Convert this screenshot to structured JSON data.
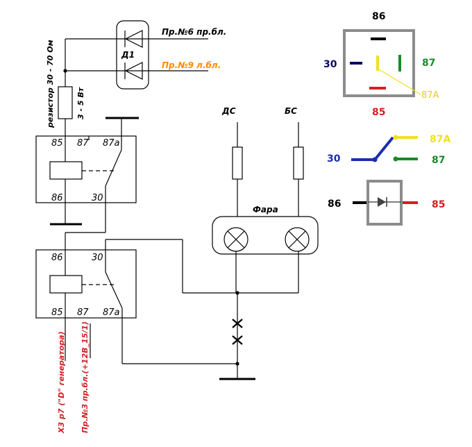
{
  "colors": {
    "orange": "#ff8a00",
    "red": "#d42020",
    "blue": "#1a2db0",
    "green": "#1a8a2a",
    "yellow": "#f0e020",
    "grey": "#8c8c8c",
    "navy": "#0a0a60"
  },
  "schematic": {
    "diode_label": "Д1",
    "wire_top": "Пр.№6 пр.бл.",
    "wire_orange": "Пр.№9 л.бл.",
    "resistor_label": "резистор 30 - 70 Ом",
    "resistor_power": "3 - 5 Вт",
    "relay1_pins": {
      "p85": "85",
      "p87": "87",
      "p87a": "87а",
      "p86": "86",
      "p30": "30"
    },
    "relay2_pins": {
      "p86": "86",
      "p30": "30",
      "p85": "85",
      "p87": "87",
      "p87a": "87а"
    },
    "fuse_left_label": "ДС",
    "fuse_right_label": "БС",
    "headlight_label": "Фара",
    "bottom_left_label": "Х3 р7 (\"D\" генератора)",
    "bottom_right_label": "Пр.№3 пр.бл.(+12В_15/1)"
  },
  "pinout_top": {
    "p86": "86",
    "p30": "30",
    "p87": "87",
    "p87a": "87А",
    "p85": "85"
  },
  "pinout_contacts": {
    "p87a": "87А",
    "p30": "30",
    "p87": "87"
  },
  "pinout_coil": {
    "p86": "86",
    "p85": "85"
  }
}
